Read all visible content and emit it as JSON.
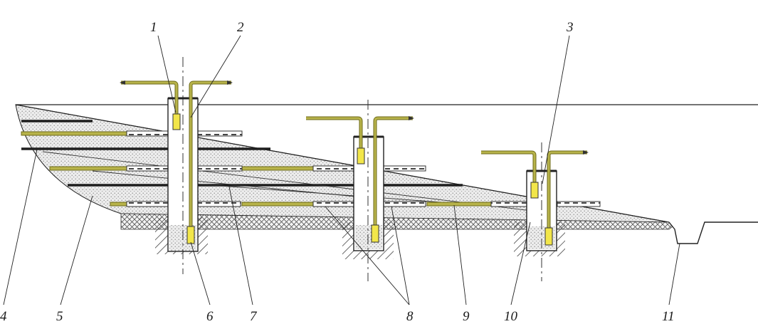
{
  "labels": {
    "l1": "1",
    "l2": "2",
    "l3": "3",
    "l4": "4",
    "l5": "5",
    "l6": "6",
    "l7": "7",
    "l8": "8",
    "l9": "9",
    "l10": "10",
    "l11": "11"
  },
  "colors": {
    "pipe": "#b7b34a",
    "pipe_dark": "#6d6a1a",
    "sand": "#d9d9d9",
    "layer": "#1f1f1f",
    "filter": "#f2e64a",
    "ground_hatch": "#555555"
  }
}
